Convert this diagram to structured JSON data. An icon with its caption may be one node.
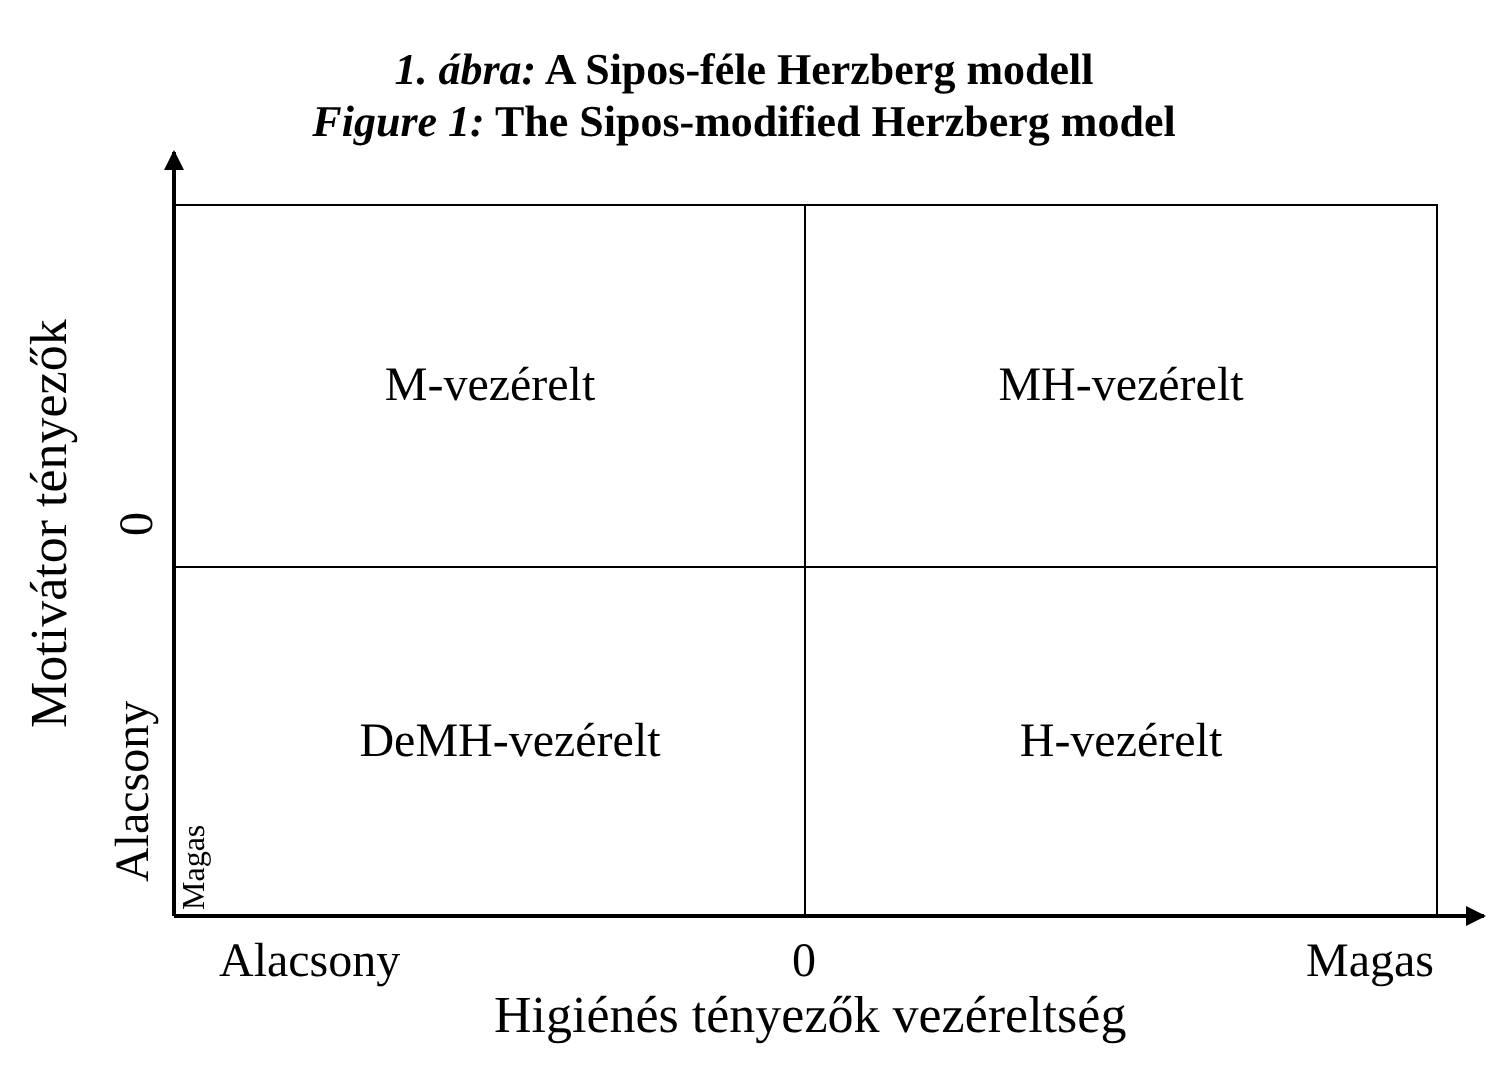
{
  "diagram": {
    "title": "*1. ábra:* A Sipos-féle Herzberg modell",
    "caption": "*Figure 1:* The Sipos-modified Herzberg model",
    "nodes": [
      {
        "text": [
          "M-vezérelt"
        ]
      },
      {
        "text": [
          "MH-vezérelt"
        ]
      },
      {
        "text": [
          "DeMH-vezérelt"
        ]
      },
      {
        "text": [
          "H-vezérelt"
        ]
      }
    ],
    "labels": [
      "Motivátor tényezők",
      "0",
      "Alacsony",
      "Magas",
      "Alacsony",
      "0",
      "Magas",
      "Higiénés tényezők vezéreltség"
    ]
  }
}
